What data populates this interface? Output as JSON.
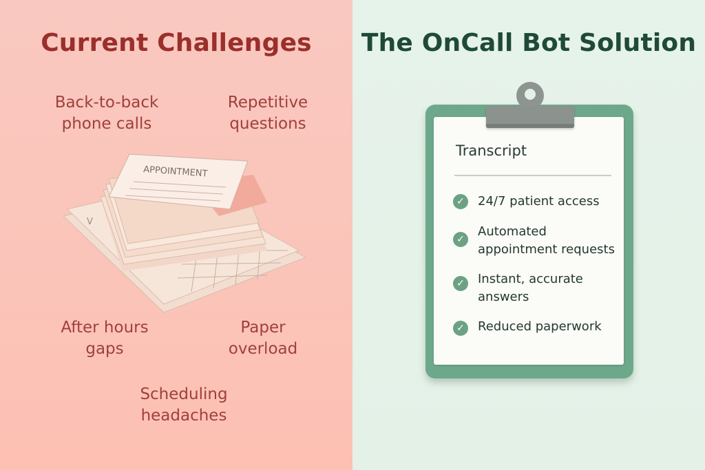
{
  "left": {
    "title": "Current Challenges",
    "challenges": [
      "Back-to-back\nphone calls",
      "Repetitive\nquestions",
      "After hours\ngaps",
      "Paper\noverload",
      "Scheduling\nheadaches"
    ],
    "illustration": {
      "icon": "paper-stack-illustration",
      "label": "APPOINTMENT"
    }
  },
  "right": {
    "title": "The OnCall Bot Solution",
    "clipboard": {
      "heading": "Transcript",
      "items": [
        "24/7 patient access",
        "Automated\nappointment requests",
        "Instant, accurate\nanswers",
        "Reduced paperwork"
      ],
      "check_icon": "check-circle-icon"
    }
  },
  "colors": {
    "left_background": "#fbc4b9",
    "right_background": "#e5f2e8",
    "challenge_text": "#a0403b",
    "title_left": "#9a2f2b",
    "title_right": "#1f4a38",
    "clipboard_green": "#6ea88a",
    "check_green": "#6ca283"
  }
}
